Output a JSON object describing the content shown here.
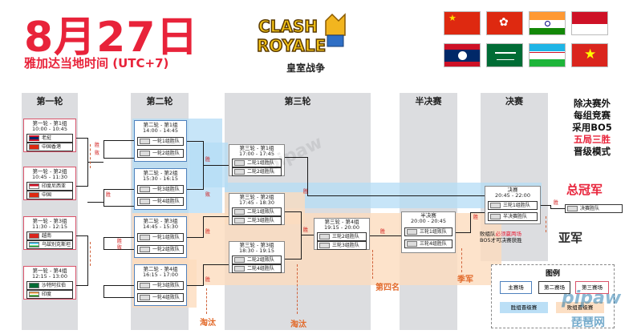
{
  "header": {
    "date": "8月27日",
    "timezone": "雅加达当地时间 (UTC+7)",
    "logo_line1": "CLASH",
    "logo_line2": "ROYALE",
    "subtitle": "皇室战争"
  },
  "flags": [
    "china",
    "hong-kong",
    "india",
    "indonesia",
    "laos",
    "saudi-arabia",
    "uzbekistan",
    "vietnam"
  ],
  "columns": [
    "第一轮",
    "第二轮",
    "第三轮",
    "半决赛",
    "决赛"
  ],
  "round1": [
    {
      "title": "第一轮 - 第1组",
      "time": "10:00 - 10:45",
      "teams": [
        "老挝",
        "中国香港"
      ]
    },
    {
      "title": "第一轮 - 第2组",
      "time": "10:45 - 11:30",
      "teams": [
        "印度尼西亚",
        "中国"
      ]
    },
    {
      "title": "第一轮 - 第3组",
      "time": "11:30 - 12:15",
      "teams": [
        "越南",
        "乌兹别克斯坦"
      ]
    },
    {
      "title": "第一轮 - 第4组",
      "time": "12:15 - 13:00",
      "teams": [
        "沙特阿拉伯",
        "印度"
      ]
    }
  ],
  "round2": [
    {
      "title": "第二轮 - 第1组",
      "time": "14:00 - 14:45",
      "teams": [
        "一轮1组胜队",
        "一轮2组胜队"
      ]
    },
    {
      "title": "第二轮 - 第2组",
      "time": "15:30 - 16:15",
      "teams": [
        "一轮3组胜队",
        "一轮4组胜队"
      ]
    },
    {
      "title": "第二轮 - 第3组",
      "time": "14:45 - 15:30",
      "teams": [
        "一轮1组败队",
        "一轮2组败队"
      ]
    },
    {
      "title": "第二轮 - 第4组",
      "time": "16:15 - 17:00",
      "teams": [
        "一轮3组败队",
        "一轮4组败队"
      ]
    }
  ],
  "round3": [
    {
      "title": "第三轮 - 第1组",
      "time": "17:00 - 17:45",
      "teams": [
        "二轮1组胜队",
        "二轮2组胜队"
      ]
    },
    {
      "title": "第三轮 - 第2组",
      "time": "17:45 - 18:30",
      "teams": [
        "二轮1组败队",
        "二轮3组胜队"
      ]
    },
    {
      "title": "第三轮 - 第3组",
      "time": "18:30 - 19:15",
      "teams": [
        "二轮2组败队",
        "二轮4组胜队"
      ]
    },
    {
      "title": "第三轮 - 第4组",
      "time": "19:15 - 20:00",
      "teams": [
        "三轮2组胜队",
        "三轮3组胜队"
      ]
    }
  ],
  "semi": {
    "title": "半决赛",
    "time": "20:00 - 20:45",
    "teams": [
      "三轮1组败队",
      "三轮4组胜队"
    ]
  },
  "final": {
    "title": "决赛",
    "time": "20:45 - 22:00",
    "teams": [
      "三轮1组胜队",
      "半决赛胜队"
    ],
    "winner": "决赛胜队"
  },
  "labels": {
    "win": "胜",
    "lose": "败",
    "eliminated": "淘汰",
    "fourth": "第四名",
    "third": "季军",
    "second": "亚军",
    "champion": "总冠军",
    "loser_note_1": "败组队",
    "loser_note_2": "必须赢两场",
    "loser_note_3": "BO5才可决赛获胜"
  },
  "rules": [
    "除决赛外",
    "每组竞赛",
    "采用BO5",
    "五局三胜",
    "晋级模式"
  ],
  "legend": {
    "title": "图例",
    "main_court": "主赛场",
    "court2": "第二赛场",
    "court3": "第三赛场",
    "winners": "胜组晋级赛",
    "losers": "败组晋级赛"
  },
  "watermark": "pipaw",
  "site": "琵琶网"
}
